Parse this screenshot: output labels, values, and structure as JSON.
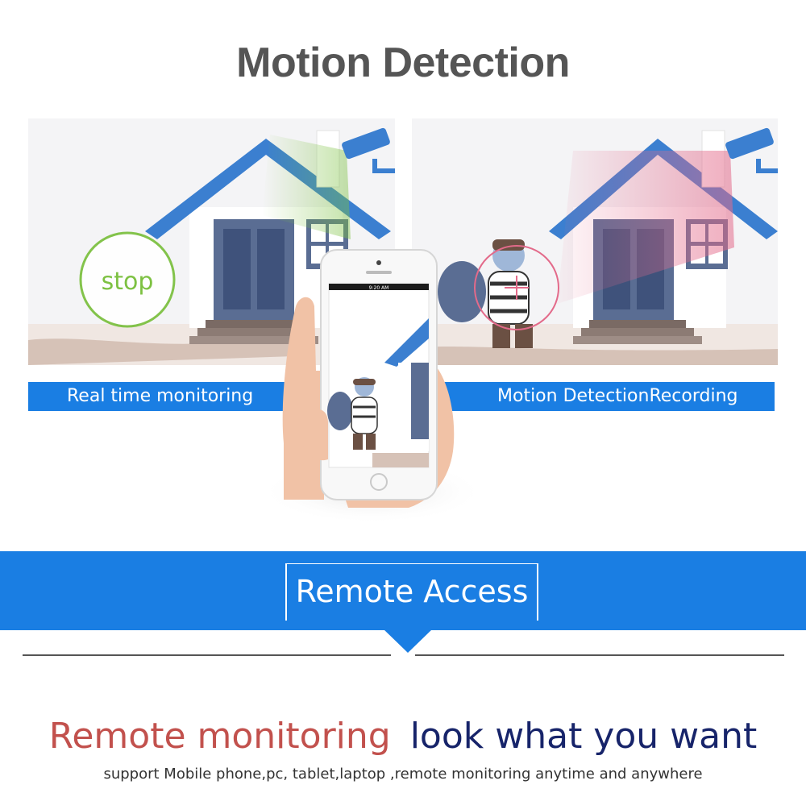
{
  "title": "Motion Detection",
  "panels": {
    "left": {
      "badge": "stop",
      "caption": "Real time monitoring"
    },
    "right": {
      "caption": "Motion DetectionRecording"
    }
  },
  "phone": {
    "status_time": "9:20 AM"
  },
  "banner": {
    "label": "Remote Access"
  },
  "headline": {
    "part1": "Remote monitoring",
    "part2": "look what you want"
  },
  "subline": "support Mobile phone,pc, tablet,laptop ,remote monitoring anytime and anywhere",
  "colors": {
    "accent_blue": "#1a7ee3",
    "title_gray": "#555555",
    "headline_red": "#c2514d",
    "headline_navy": "#17246a",
    "stop_green": "#7dc142",
    "alert_pink": "#e36a8a"
  },
  "icons": [
    "security-camera-icon",
    "house-icon",
    "burglar-icon",
    "smartphone-icon",
    "hand-icon"
  ]
}
